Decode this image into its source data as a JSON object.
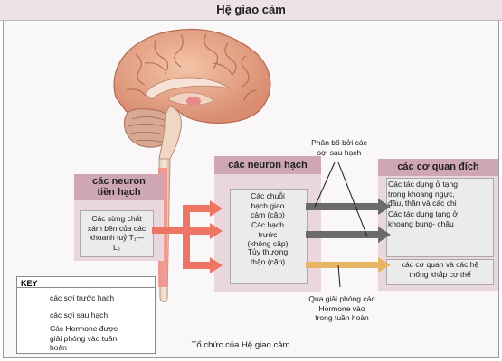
{
  "title": "Hệ giao cảm",
  "preganglionic": {
    "heading_line1": "các neuron",
    "heading_line2": "tiền hạch",
    "box_lines": [
      "Các sừng chất",
      "xám bên của các",
      "khoanh tuỷ T₁—",
      "L₂"
    ]
  },
  "ganglionic": {
    "heading": "các neuron hạch",
    "box1_lines": [
      "Các chuỗi",
      "hạch giao",
      "cảm (cặp)"
    ],
    "box2_lines": [
      "Các hạch",
      "trước",
      "(không cặp)"
    ],
    "box3_lines": [
      "Tủy thượng",
      "thận (cặp)"
    ]
  },
  "targets": {
    "heading": "các cơ quan đích",
    "box1_lines": [
      "Các tác dụng ở tạng",
      "trong khoang ngực,",
      "đầu, thân và các chi"
    ],
    "box2_lines": [
      "Các tác dụng tạng ở",
      "khoang bụng- chậu"
    ],
    "box3_lines": [
      "các cơ quan và các hệ",
      "thống khắp cơ thể"
    ]
  },
  "annotation_postganglionic": [
    "Phân bố bởi các",
    "sợi sau hạch"
  ],
  "annotation_hormone": [
    "Qua giải phóng các",
    "Hormone vào",
    "trong tuần hoàn"
  ],
  "key": {
    "title": "KEY",
    "item1": "các sợi trước hạch",
    "item2": "các sợi sau hạch",
    "item3_lines": [
      "Các Hormone được",
      "giải phóng vào tuần",
      "hoàn"
    ]
  },
  "caption": "Tổ chức của Hệ giao cảm",
  "colors": {
    "preganglionic_arrow": "#ec7563",
    "postganglionic_arrow": "#6b6b6b",
    "hormone_arrow": "#e8b466",
    "panel_header": "#cfa6b6",
    "panel_bg": "#e9d7dd",
    "box_bg": "#ebebeb"
  }
}
